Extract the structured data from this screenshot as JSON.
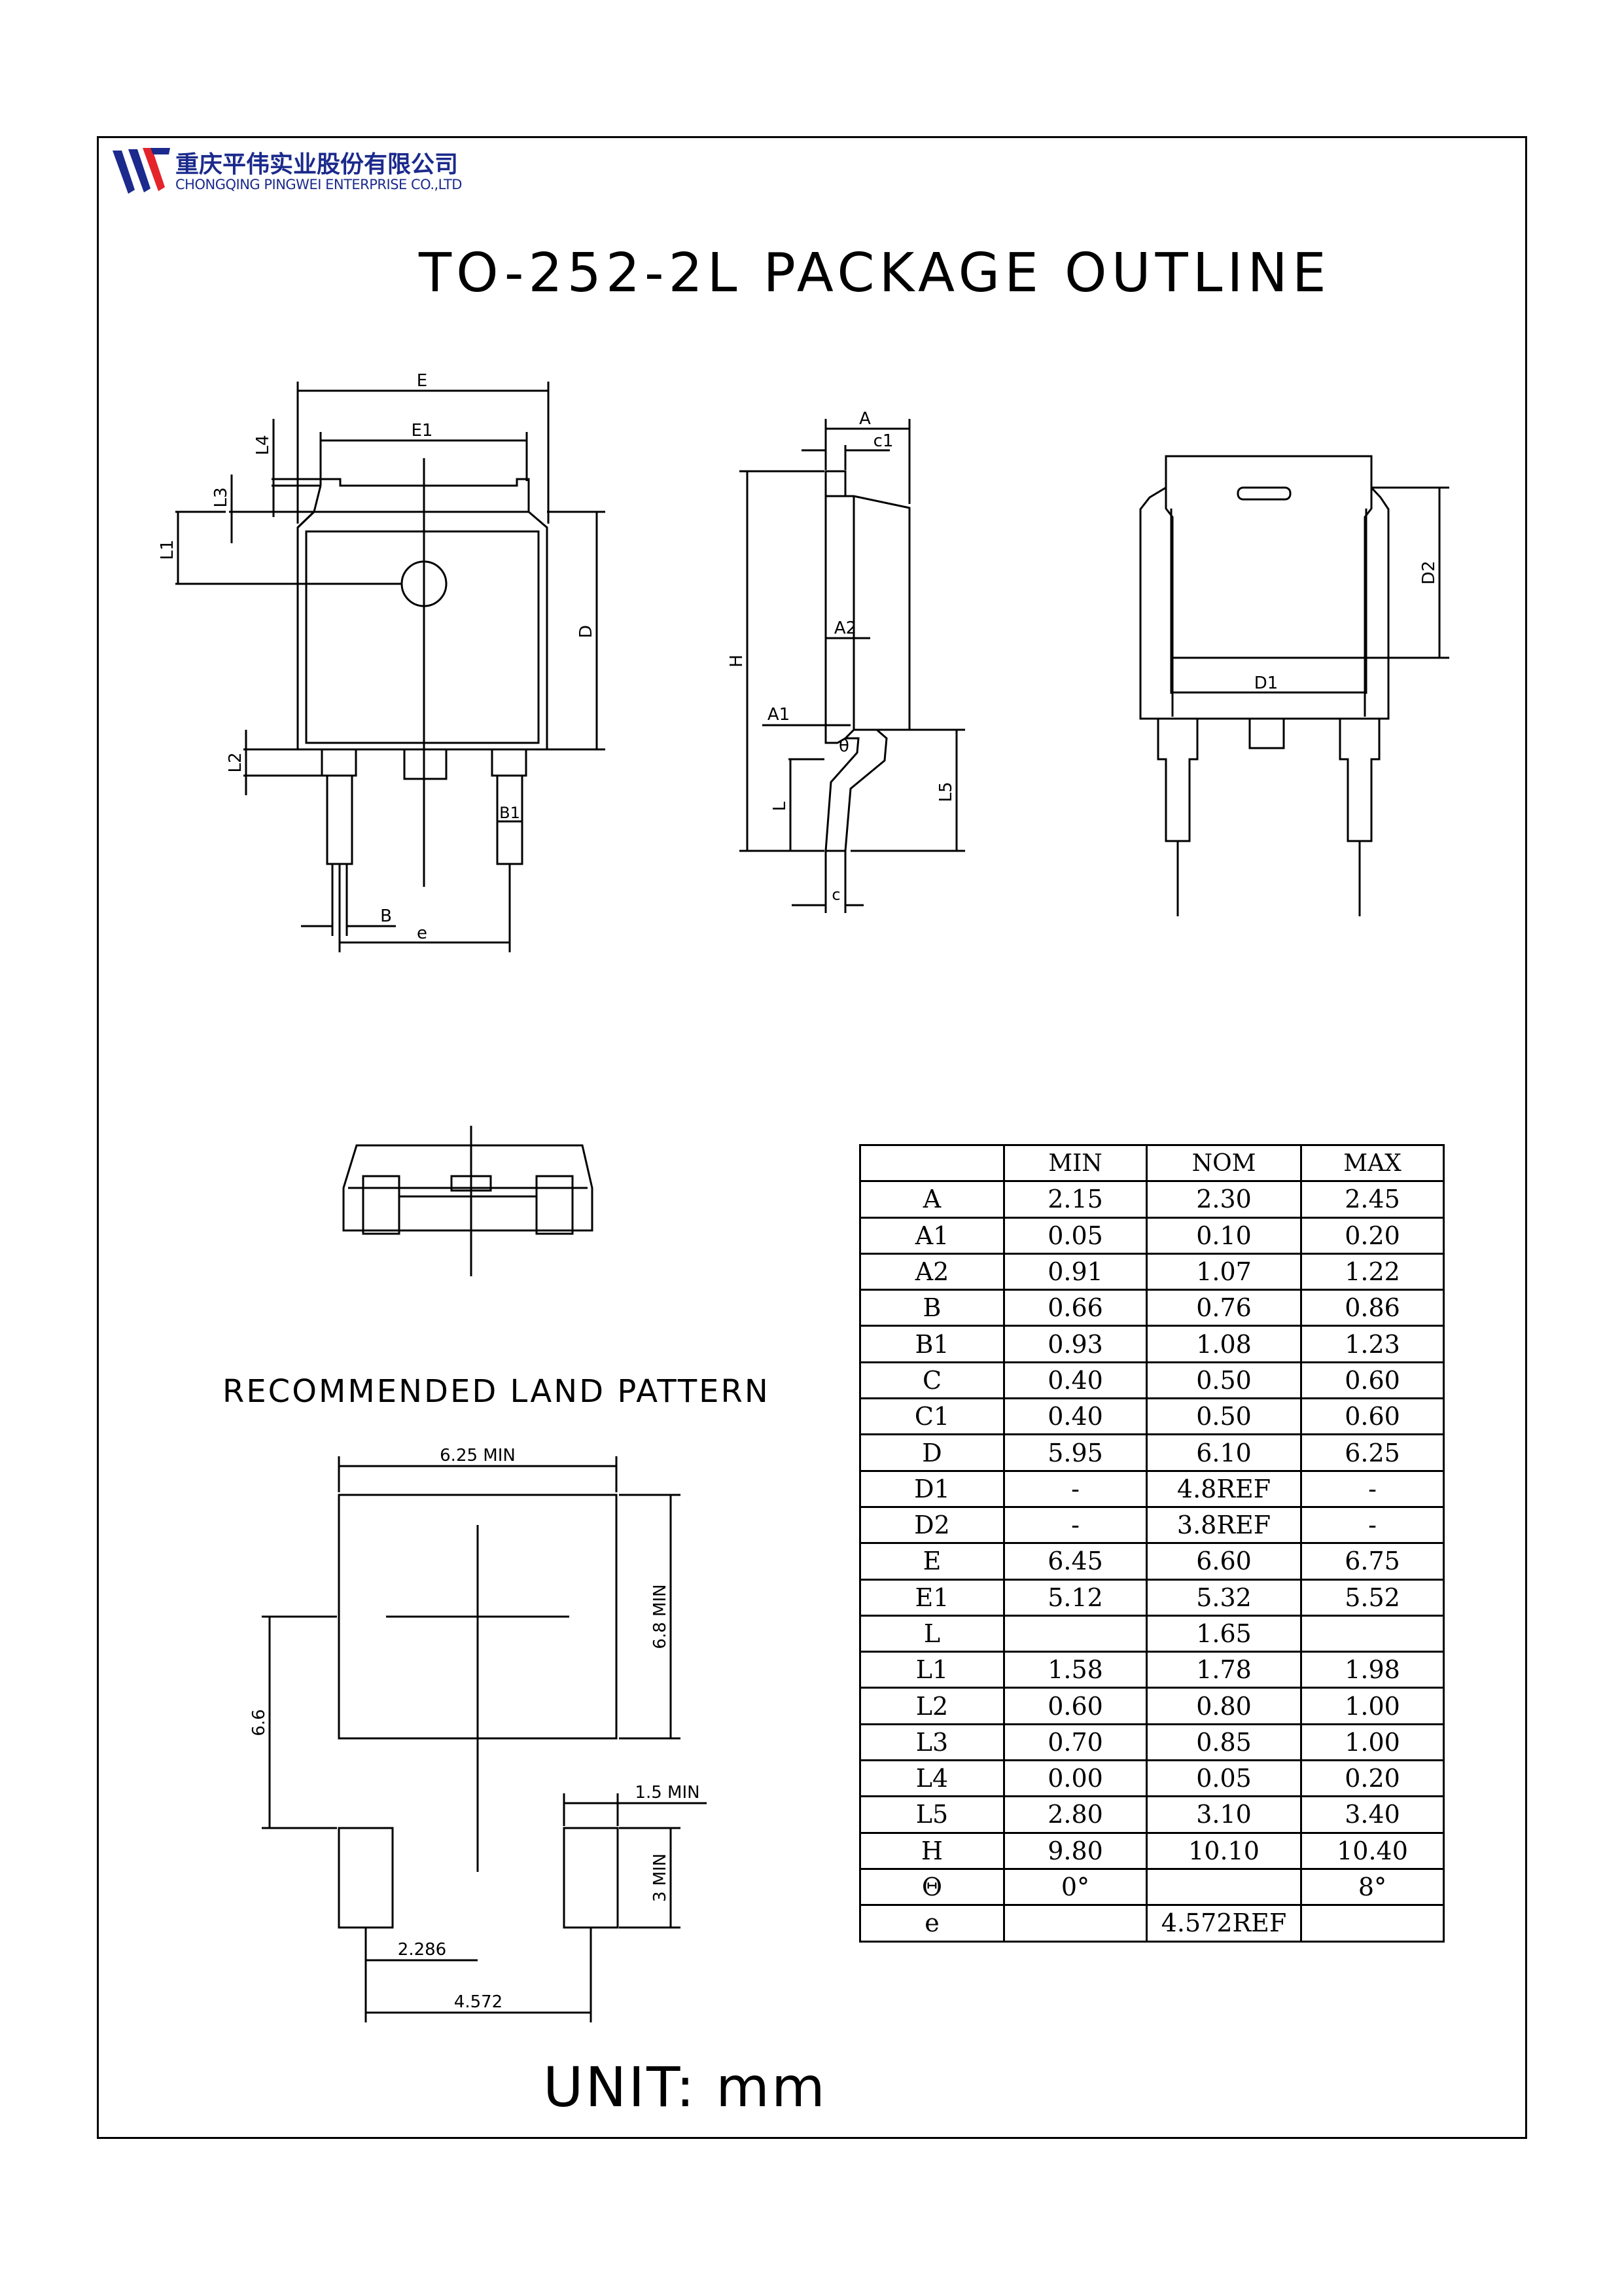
{
  "header": {
    "company_cn": "重庆平伟实业股份有限公司",
    "company_en": "CHONGQING PINGWEI ENTERPRISE CO.,LTD",
    "logo_icon": "pingwei-logo-icon",
    "logo_colors": [
      "#e4232b",
      "#1b2a8c"
    ]
  },
  "title": "TO-252-2L PACKAGE OUTLINE",
  "land_pattern_title": "RECOMMENDED LAND PATTERN",
  "unit": "UNIT: mm",
  "front_view_labels": {
    "E": "E",
    "E1": "E1",
    "L4": "L4",
    "L3": "L3",
    "L1": "L1",
    "D": "D",
    "L2": "L2",
    "B1": "B1",
    "B": "B",
    "e": "e"
  },
  "side_view_labels": {
    "A": "A",
    "c1": "c1",
    "H": "H",
    "A2": "A2",
    "A1": "A1",
    "theta": "θ",
    "L": "L",
    "L5": "L5",
    "c": "c"
  },
  "back_view_labels": {
    "D2": "D2",
    "D1": "D1"
  },
  "land_pattern_labels": {
    "width": "6.25 MIN",
    "height": "6.8 MIN",
    "offset": "6.6",
    "pad_width": "1.5 MIN",
    "pad_height": "3 MIN",
    "half_pitch": "2.286",
    "pitch": "4.572"
  },
  "dimension_table": {
    "columns": [
      "",
      "MIN",
      "NOM",
      "MAX"
    ],
    "rows": [
      [
        "A",
        "2.15",
        "2.30",
        "2.45"
      ],
      [
        "A1",
        "0.05",
        "0.10",
        "0.20"
      ],
      [
        "A2",
        "0.91",
        "1.07",
        "1.22"
      ],
      [
        "B",
        "0.66",
        "0.76",
        "0.86"
      ],
      [
        "B1",
        "0.93",
        "1.08",
        "1.23"
      ],
      [
        "C",
        "0.40",
        "0.50",
        "0.60"
      ],
      [
        "C1",
        "0.40",
        "0.50",
        "0.60"
      ],
      [
        "D",
        "5.95",
        "6.10",
        "6.25"
      ],
      [
        "D1",
        "-",
        "4.8REF",
        "-"
      ],
      [
        "D2",
        "-",
        "3.8REF",
        "-"
      ],
      [
        "E",
        "6.45",
        "6.60",
        "6.75"
      ],
      [
        "E1",
        "5.12",
        "5.32",
        "5.52"
      ],
      [
        "L",
        "",
        "1.65",
        ""
      ],
      [
        "L1",
        "1.58",
        "1.78",
        "1.98"
      ],
      [
        "L2",
        "0.60",
        "0.80",
        "1.00"
      ],
      [
        "L3",
        "0.70",
        "0.85",
        "1.00"
      ],
      [
        "L4",
        "0.00",
        "0.05",
        "0.20"
      ],
      [
        "L5",
        "2.80",
        "3.10",
        "3.40"
      ],
      [
        "H",
        "9.80",
        "10.10",
        "10.40"
      ],
      [
        "Θ",
        "0°",
        "",
        "8°"
      ],
      [
        "e",
        "",
        "4.572REF",
        ""
      ]
    ]
  }
}
